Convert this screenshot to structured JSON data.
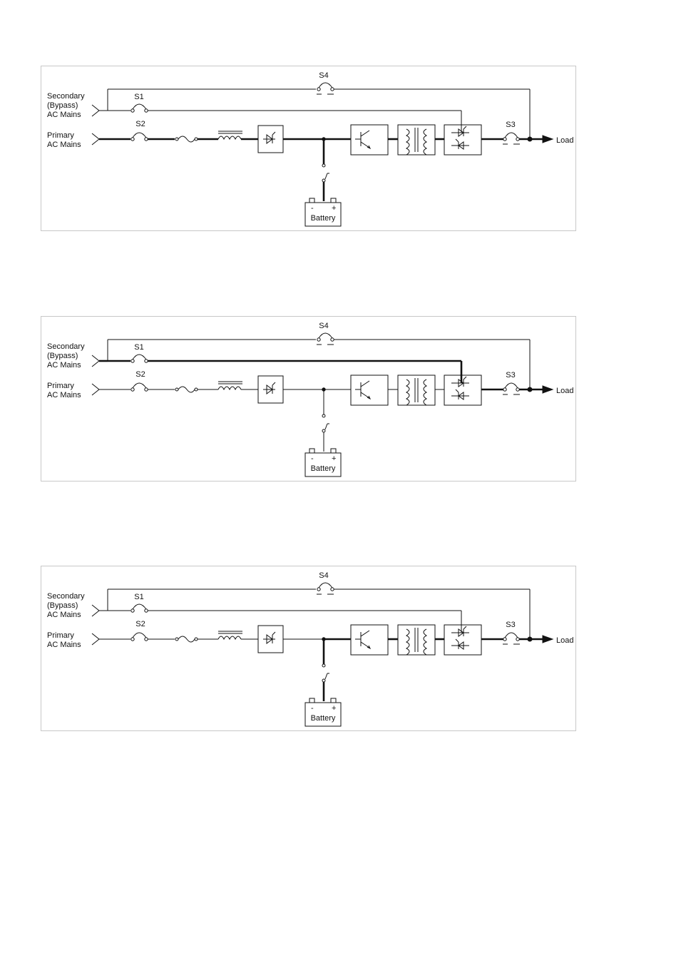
{
  "labels": {
    "secondary": [
      "Secondary",
      "(Bypass)",
      "AC Mains"
    ],
    "primary": [
      "Primary",
      "AC Mains"
    ],
    "s1": "S1",
    "s2": "S2",
    "s3": "S3",
    "s4": "S4",
    "load": "Load",
    "battery": "Battery",
    "battery_minus": "-",
    "battery_plus": "+"
  },
  "colors": {
    "line": "#111111",
    "border": "#c8c8c8"
  },
  "diagrams": [
    {
      "active": [
        "primary_in",
        "rectifier_out",
        "dc_bus",
        "battery_path",
        "output"
      ]
    },
    {
      "active": [
        "secondary_in",
        "bypass_s1",
        "output"
      ]
    },
    {
      "active": [
        "battery_path",
        "dc_bus",
        "output"
      ]
    }
  ]
}
